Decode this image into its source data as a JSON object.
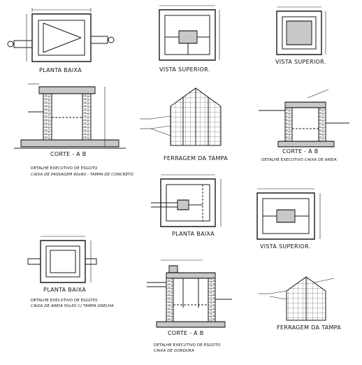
{
  "labels": {
    "planta_baixa_1": "PLANTA BAIXA",
    "vista_superior_1": "VISTA SUPERIOR.",
    "vista_superior_2": "VISTA SUPERIOR.",
    "corte_ab_1": "CORTE - A B",
    "ferragem_tampa_1": "FERRAGEM DA TAMPA",
    "corte_ab_2": "CORTE - A B",
    "detalhe_1_title": "DETALHE EXECUTIVO DE ESGOTO",
    "detalhe_1_sub": "CAIXA DE PASSAGEM 80x80 - TAMPA DE CONCRETO",
    "detalhe_2_title": "DETALHE EXECUTIVO CAIXA DE AREIA",
    "planta_baixa_2": "PLANTA BAIXA",
    "vista_superior_3": "VISTA SUPERIOR.",
    "planta_baixa_3": "PLANTA BAIXA",
    "detalhe_3_title": "DETALHE EXECUTIVO DE ESGOTO",
    "detalhe_3_sub": "CAIXA DE AREIA 50x50 C/ TAMPA GRELHA",
    "corte_ab_3": "CORTE - A B",
    "ferragem_tampa_2": "FERRAGEM DA TAMPA",
    "detalhe_4_title": "DETALHE EXECUTIVO DE ESGOTO",
    "detalhe_4_sub": "CAIXA DE GORDURA"
  },
  "colors": {
    "line": "#1a1a1a",
    "paper": "#ffffff",
    "hatch": "#555555"
  }
}
